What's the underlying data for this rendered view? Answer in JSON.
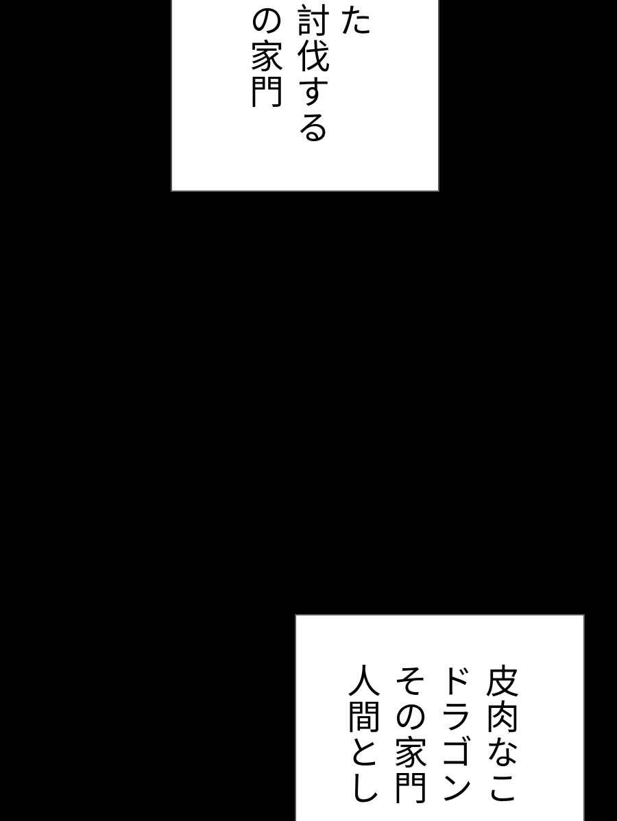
{
  "panel": {
    "background": "#000000"
  },
  "captions": {
    "top": {
      "columns": [
        "れた",
        "を討伐する",
        "うの家門"
      ]
    },
    "bottom": {
      "columns": [
        "皮肉なこ",
        "ドラゴン",
        "その家門",
        "人間とし"
      ]
    }
  }
}
